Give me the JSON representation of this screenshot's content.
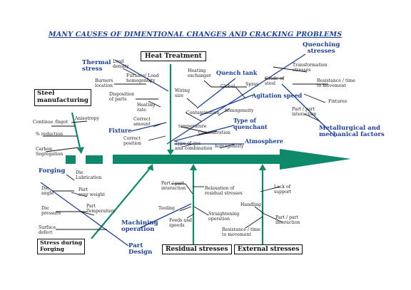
{
  "title": "MANY CAUSES OF DIMENTIONAL CHANGES AND CRACKING PROBLEMS",
  "colors": {
    "blue": "#1c3f99",
    "green": "#0e8a6a",
    "black": "#111111"
  },
  "boxes": {
    "heat_treatment": "Heat Treatment",
    "steel_manufacturing": "Steel\nmanufacturing",
    "stress_forging": "Stress during\nForging",
    "residual_stresses": "Residual stresses",
    "external_stresses": "External stresses"
  },
  "heads": {
    "thermal_stress": "Thermal\nstress",
    "quench_tank": "Quench tank",
    "quenching_stresses": "Quenching\nstresses",
    "agitation_speed": "Agitation speed",
    "type_of_quenchant": "Type of\nquenchant",
    "atmosphere": "Atmosphere",
    "metallurgical": "Metallurgical and\nmechanical factors",
    "fixture": "Fixture",
    "forging": "Forging",
    "machining": "Machining\noperation",
    "part_design": "Part\nDesign"
  },
  "labels": {
    "load_density": "Load\ndensity",
    "burners_location": "Burners\nlocation",
    "furnace_load": "Furnace/ Load\nhomogeneity",
    "disposition": "Disposition\nof parts",
    "heating_rate": "Heating\nrate",
    "correct_amount": "Correct\namount",
    "correct_position": "Correct\nposition",
    "heating_exchanger": "Heating\nexchanger",
    "wiring_size": "Wiring\nsize",
    "global": "Global",
    "spray": "Spray",
    "grade_of_steel": "Grade of\nsteel",
    "transformation": "Transformation\nstresses",
    "resistance_time_top": "Resistance / time\nto movement",
    "fixtures": "Fixtures",
    "part_interaction_top": "Part / part\ninteraction",
    "contamination": "Contamination",
    "homogeneity_top": "homogeneity",
    "temperature": "temperature",
    "concentration": "Concentration",
    "type_of_gas": "Type of gas\nand combination",
    "homogeneity_atm": "homogeneity",
    "anisotropy": "Anisotropy",
    "continue_ingot": "Continue /Ingot",
    "reduction": "% reduction",
    "carbon_segregation": "Carbon\nSegregation",
    "die_lubrication": "Die\nLubrication",
    "die_angle": "Die\nangle",
    "part_overweight": "Part\nover weight",
    "die_pressure": "Die\npressure",
    "part_temperature": "Part\nTemperature",
    "surface_defect": "Surface\ndefect",
    "part_interaction_bottom": "Part / part\ninteraction",
    "relaxation": "Relaxation of\nresidual stresses",
    "tooling": "Tooling",
    "feeds_speeds": "Feeds and\nspeeds",
    "straightening": "Straightening\noperation",
    "lack_of_support": "Lack of\nsupport",
    "handling": "Handling",
    "part_interaction_ext": "Part / part\ninteraction",
    "resistance_time_bottom": "Resistance / time\nto movement"
  }
}
